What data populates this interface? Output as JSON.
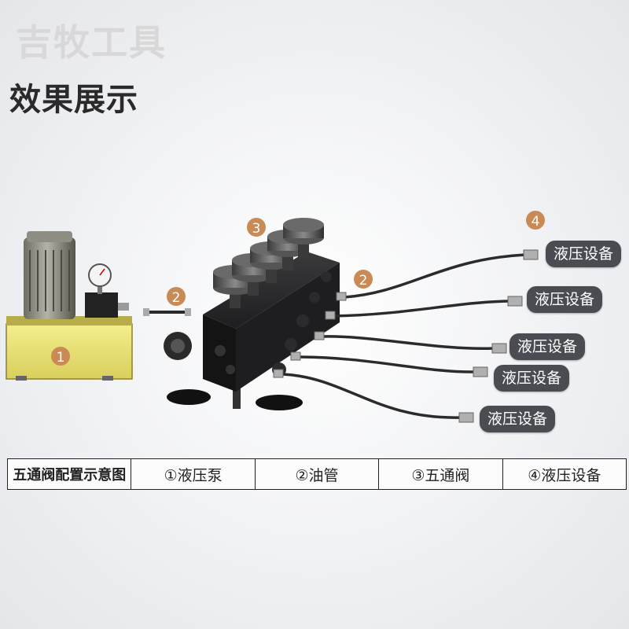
{
  "brand": "吉牧工具",
  "heading": "效果展示",
  "markers": {
    "pump": "1",
    "hose_left": "2",
    "hose_right": "2",
    "valve": "3",
    "equipment": "4"
  },
  "equipment_labels": [
    "液压设备",
    "液压设备",
    "液压设备",
    "液压设备",
    "液压设备"
  ],
  "legend": {
    "title": "五通阀配置示意图",
    "items": [
      "①液压泵",
      "②油管",
      "③五通阀",
      "④液压设备"
    ]
  },
  "colors": {
    "marker": "#c98a55",
    "pill_bg": "#4a4c52",
    "pump_base": "#ece47a",
    "valve_body": "#1c1c1e"
  }
}
